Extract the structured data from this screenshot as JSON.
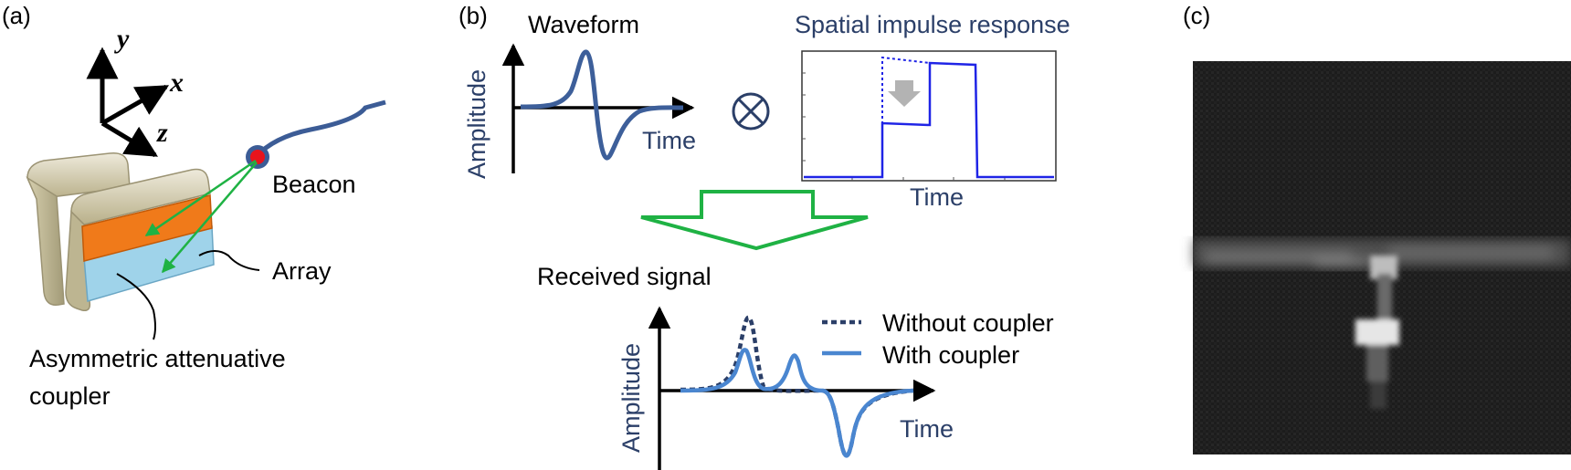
{
  "panel_a": {
    "label": "(a)",
    "axis_y": "y",
    "axis_x": "x",
    "axis_z": "z",
    "beacon": "Beacon",
    "array": "Array",
    "coupler_line1": "Asymmetric attenuative",
    "coupler_line2": "coupler"
  },
  "panel_b": {
    "label": "(b)",
    "waveform_title": "Waveform",
    "waveform_ylabel": "Amplitude",
    "waveform_xlabel": "Time",
    "convolve_symbol": "⊗",
    "sir_title": "Spatial impulse response",
    "sir_xlabel": "Time",
    "received_title": "Received signal",
    "received_ylabel": "Amplitude",
    "received_xlabel": "Time",
    "legend_without": "Without coupler",
    "legend_with": "With coupler"
  },
  "panel_c": {
    "label": "(c)"
  },
  "colors": {
    "dark_blue": "#2b3f68",
    "curve_blue": "#3d5f9a",
    "light_blue": "#4a86d0",
    "green": "#1fb244",
    "orange": "#f07a1a",
    "sky": "#9fd3ea",
    "khaki": "#cdc6a2",
    "beacon_red": "#e8141c",
    "beacon_ring": "#3c5c96",
    "plot_blue": "#1f24e6"
  }
}
